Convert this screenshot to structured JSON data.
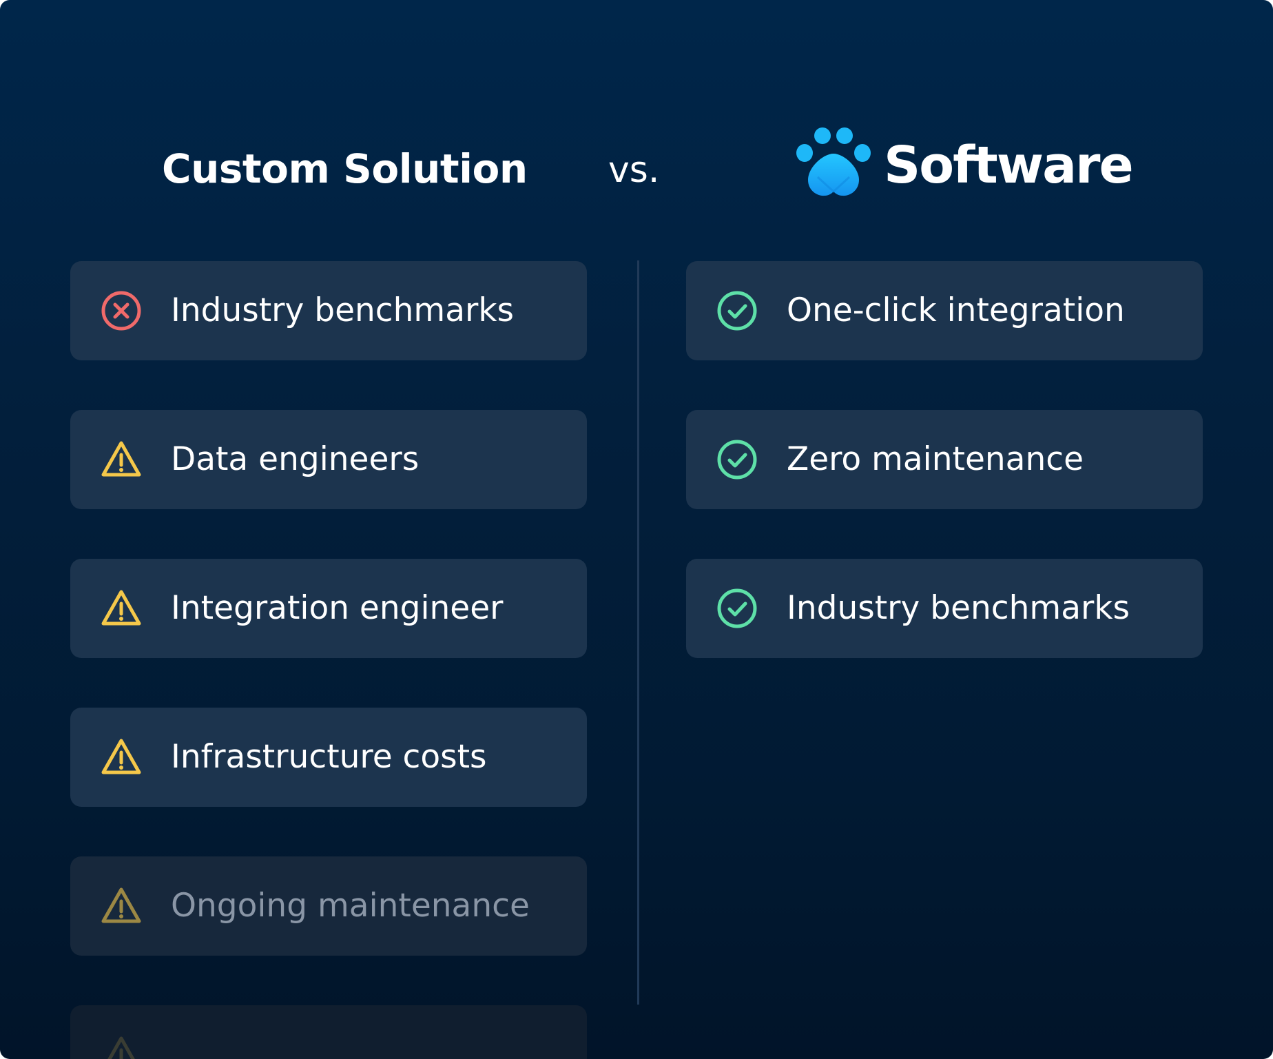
{
  "header": {
    "left_title": "Custom Solution",
    "vs_label": "vs.",
    "brand_name": "Software"
  },
  "left_column": [
    {
      "label": "Industry benchmarks",
      "status": "x-circle-icon"
    },
    {
      "label": "Data engineers",
      "status": "warning-icon"
    },
    {
      "label": "Integration engineer",
      "status": "warning-icon"
    },
    {
      "label": "Infrastructure costs",
      "status": "warning-icon"
    },
    {
      "label": "Ongoing maintenance",
      "status": "warning-icon"
    },
    {
      "label": "",
      "status": "warning-icon"
    }
  ],
  "right_column": [
    {
      "label": "One-click integration",
      "status": "check-circle-icon"
    },
    {
      "label": "Zero maintenance",
      "status": "check-circle-icon"
    },
    {
      "label": "Industry benchmarks",
      "status": "check-circle-icon"
    }
  ],
  "colors": {
    "background_top": "#00264a",
    "background_bottom": "#011429",
    "row_background": "#1c344e",
    "negative": "#f06a6a",
    "warning": "#f5c84a",
    "positive": "#5ee0a8",
    "brand": "#1eb4f5"
  }
}
